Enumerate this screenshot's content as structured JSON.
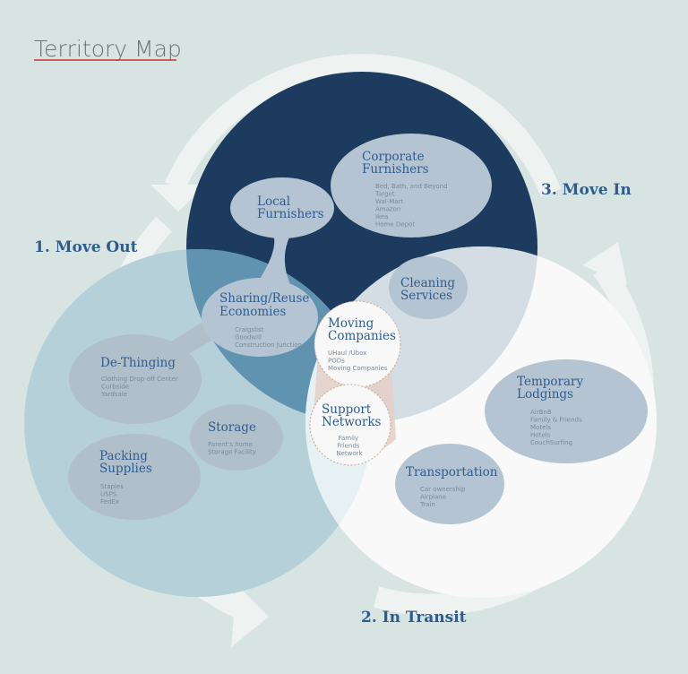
{
  "title": "Territory Map",
  "stages": {
    "move_out": "1. Move Out",
    "move_in": "3. Move In",
    "in_transit": "2. In Transit"
  },
  "nodes": {
    "corporate": {
      "title": [
        "Corporate",
        "Furnishers"
      ],
      "items": [
        "Bed, Bath, and Beyond",
        "Target",
        "Wal-Mart",
        "Amazon",
        "Ikea",
        "Home Depot"
      ]
    },
    "local": {
      "title": [
        "Local",
        "Furnishers"
      ],
      "items": []
    },
    "sharing": {
      "title": [
        "Sharing/Reuse",
        "Economies"
      ],
      "items": [
        "Craigslist",
        "Goodwill",
        "Construction Junction"
      ]
    },
    "cleaning": {
      "title": [
        "Cleaning",
        "Services"
      ],
      "items": []
    },
    "moving": {
      "title": [
        "Moving",
        "Companies"
      ],
      "items": [
        "UHaul /Ubox",
        "PODs",
        "Moving Companies"
      ]
    },
    "support": {
      "title": [
        "Support",
        "Networks"
      ],
      "items": [
        "Family",
        "Friends",
        "Network"
      ]
    },
    "dethinging": {
      "title": [
        "De-Thinging"
      ],
      "items": [
        "Clothing Drop-off Center",
        "Curbside",
        "Yardsale"
      ]
    },
    "storage": {
      "title": [
        "Storage"
      ],
      "items": [
        "Parent's home",
        "Storage Facility"
      ]
    },
    "packing": {
      "title": [
        "Packing",
        "Supplies"
      ],
      "items": [
        "Staples",
        "USPS",
        "FedEx"
      ]
    },
    "lodgings": {
      "title": [
        "Temporary",
        "Lodgings"
      ],
      "items": [
        "AirBnB",
        "Family & Friends",
        "Motels",
        "Hotels",
        "CouchSurfing"
      ]
    },
    "transportation": {
      "title": [
        "Transportation"
      ],
      "items": [
        "Car ownership",
        "Airplane",
        "Train"
      ]
    }
  },
  "colors": {
    "background": "#d8e4e2",
    "move_in_circle": "#1d3b5e",
    "move_out_circle": "#b6d0da",
    "in_transit_circle": "#fafafa",
    "accent_text": "#2f5c8f",
    "title_underline": "#c0392b"
  }
}
